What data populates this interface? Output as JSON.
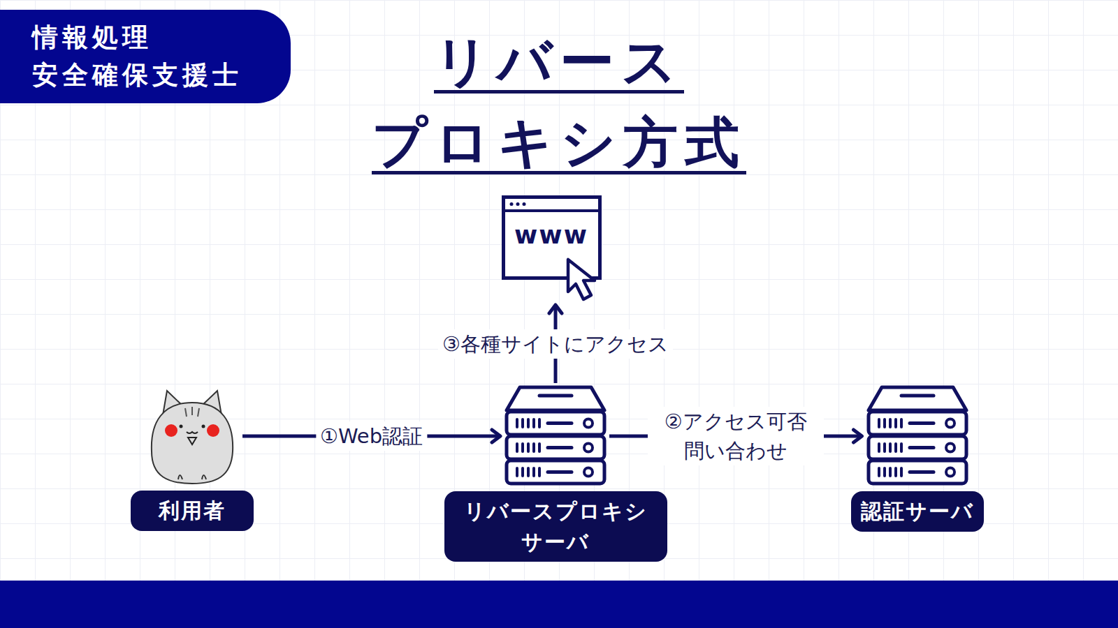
{
  "diagram": {
    "title": "リバース プロキシ方式",
    "nodes": [
      {
        "text": [
          "情報処理 安全確保支援士"
        ]
      },
      {
        "text": [
          "www"
        ]
      },
      {
        "text": [
          "利用者"
        ]
      },
      {
        "text": [
          "リバースプロキシ サーバ"
        ]
      },
      {
        "text": [
          "認証サーバ"
        ]
      }
    ],
    "edges": [
      {
        "from": 2,
        "to": 3,
        "label": "①Web認証",
        "arrow": "to"
      },
      {
        "from": 3,
        "to": 4,
        "label": "②アクセス可否 問い合わせ",
        "arrow": "to"
      },
      {
        "from": 3,
        "to": 1,
        "label": "③各種サイトにアクセス",
        "arrow": "to"
      }
    ]
  }
}
